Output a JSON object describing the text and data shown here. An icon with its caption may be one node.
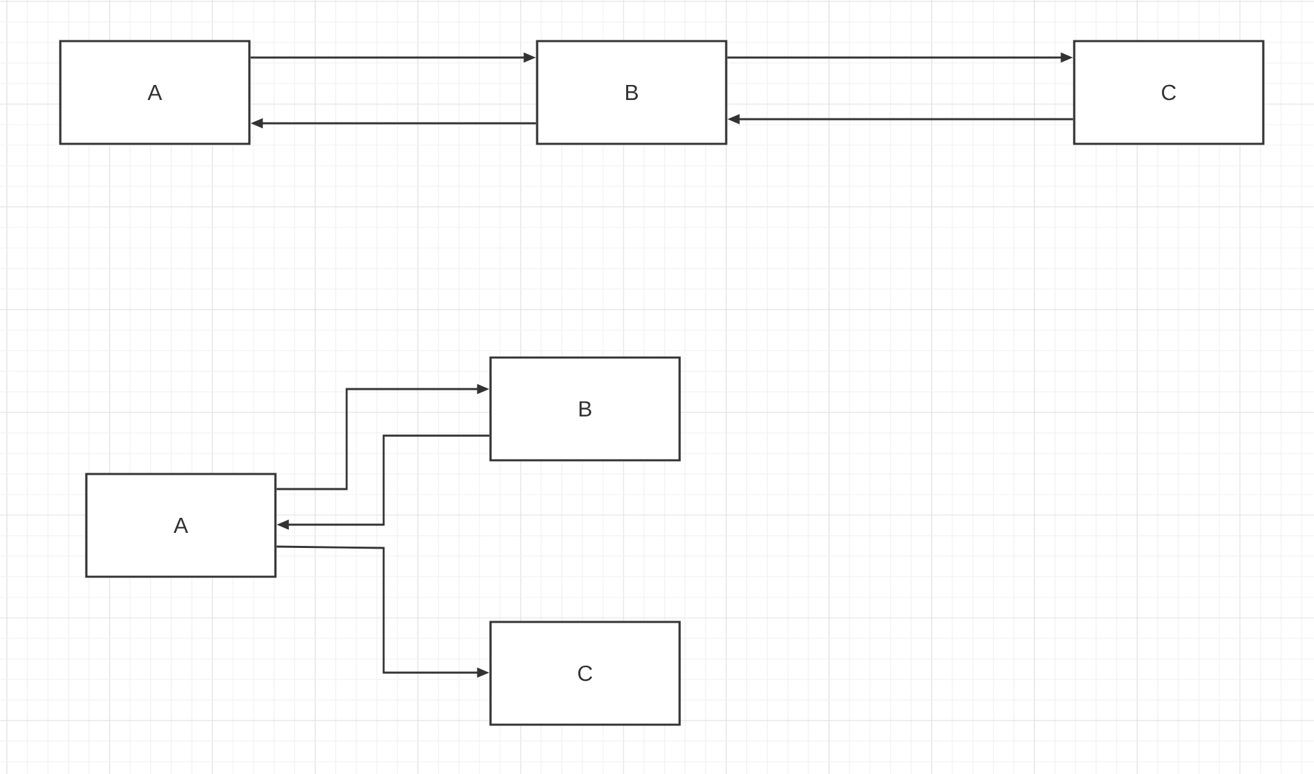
{
  "diagram": {
    "nodes": [
      {
        "text": [
          "A"
        ]
      },
      {
        "text": [
          "B"
        ]
      },
      {
        "text": [
          "C"
        ]
      },
      {
        "text": [
          "A"
        ]
      },
      {
        "text": [
          "B"
        ]
      },
      {
        "text": [
          "C"
        ]
      }
    ],
    "edges": [
      {
        "from": 0,
        "to": 1,
        "arrow": "to"
      },
      {
        "from": 1,
        "to": 0,
        "arrow": "to"
      },
      {
        "from": 1,
        "to": 2,
        "arrow": "to"
      },
      {
        "from": 2,
        "to": 1,
        "arrow": "to"
      },
      {
        "from": 3,
        "to": 4,
        "arrow": "to"
      },
      {
        "from": 4,
        "to": 3,
        "arrow": "to"
      },
      {
        "from": 3,
        "to": 5,
        "arrow": "to"
      }
    ]
  }
}
